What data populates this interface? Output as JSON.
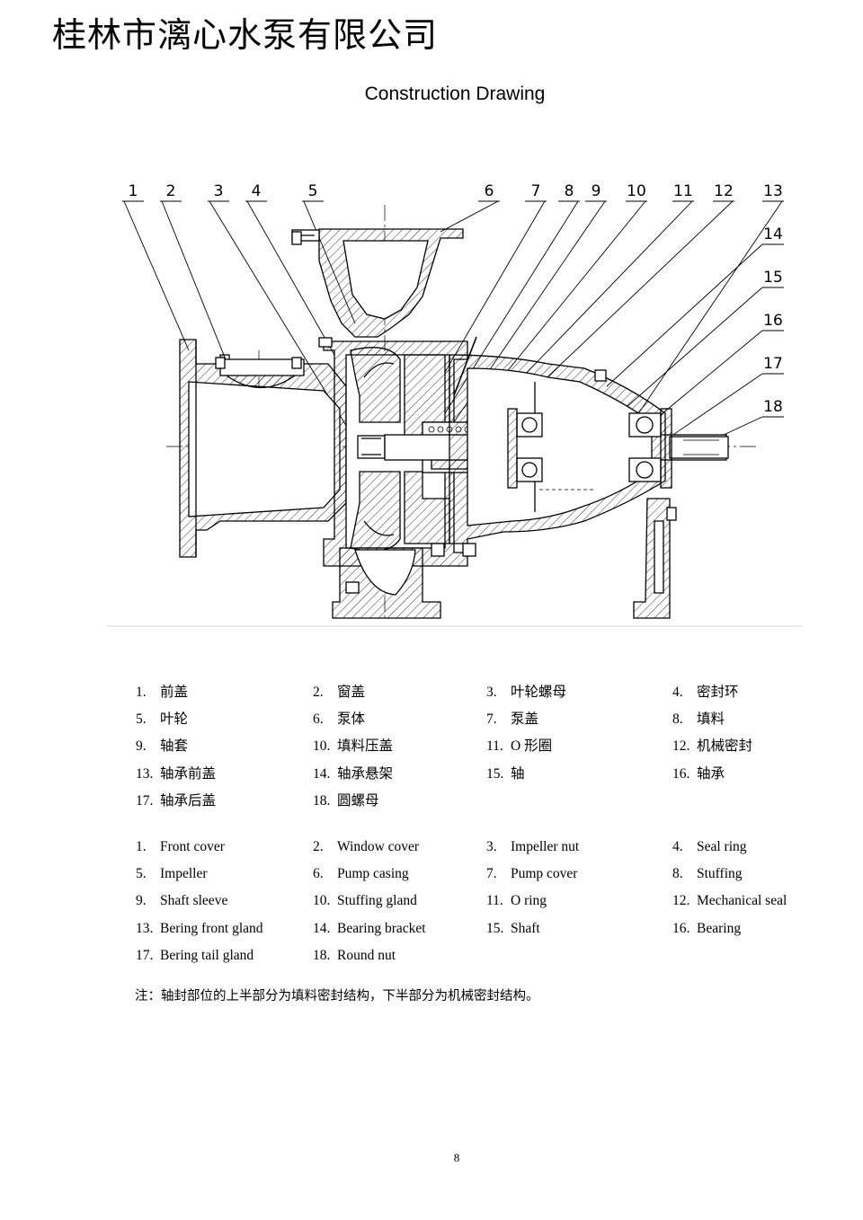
{
  "header": {
    "company": "桂林市漓心水泵有限公司"
  },
  "drawing": {
    "title": "Construction Drawing",
    "callouts": [
      "1",
      "2",
      "3",
      "4",
      "5",
      "6",
      "7",
      "8",
      "9",
      "10",
      "11",
      "12",
      "13",
      "14",
      "15",
      "16",
      "17",
      "18"
    ]
  },
  "legend_cn": [
    {
      "num": "1.",
      "text": "前盖"
    },
    {
      "num": "2.",
      "text": "窗盖"
    },
    {
      "num": "3.",
      "text": "叶轮螺母"
    },
    {
      "num": "4.",
      "text": "密封环"
    },
    {
      "num": "5.",
      "text": "叶轮"
    },
    {
      "num": "6.",
      "text": "泵体"
    },
    {
      "num": "7.",
      "text": "泵盖"
    },
    {
      "num": "8.",
      "text": "填料"
    },
    {
      "num": "9.",
      "text": "轴套"
    },
    {
      "num": "10.",
      "text": "填料压盖"
    },
    {
      "num": "11.",
      "text": "O 形圈"
    },
    {
      "num": "12.",
      "text": "机械密封"
    },
    {
      "num": "13.",
      "text": "轴承前盖"
    },
    {
      "num": "14.",
      "text": "轴承悬架"
    },
    {
      "num": "15.",
      "text": "轴"
    },
    {
      "num": "16.",
      "text": "轴承"
    },
    {
      "num": "17.",
      "text": "轴承后盖"
    },
    {
      "num": "18.",
      "text": "圆螺母"
    }
  ],
  "legend_en": [
    {
      "num": "1.",
      "text": "Front cover"
    },
    {
      "num": "2.",
      "text": "Window cover"
    },
    {
      "num": "3.",
      "text": "Impeller nut"
    },
    {
      "num": "4.",
      "text": "Seal ring"
    },
    {
      "num": "5.",
      "text": "Impeller"
    },
    {
      "num": "6.",
      "text": "Pump casing"
    },
    {
      "num": "7.",
      "text": "Pump cover"
    },
    {
      "num": "8.",
      "text": "Stuffing"
    },
    {
      "num": "9.",
      "text": "Shaft sleeve"
    },
    {
      "num": "10.",
      "text": "Stuffing gland"
    },
    {
      "num": "11.",
      "text": "O ring"
    },
    {
      "num": "12.",
      "text": "Mechanical seal"
    },
    {
      "num": "13.",
      "text": "Bering front gland"
    },
    {
      "num": "14.",
      "text": "Bearing bracket"
    },
    {
      "num": "15.",
      "text": "Shaft"
    },
    {
      "num": "16.",
      "text": "Bearing"
    },
    {
      "num": "17.",
      "text": "Bering tail gland"
    },
    {
      "num": "18.",
      "text": "Round nut"
    }
  ],
  "note": "注：轴封部位的上半部分为填料密封结构，下半部分为机械密封结构。",
  "page_number": "8"
}
